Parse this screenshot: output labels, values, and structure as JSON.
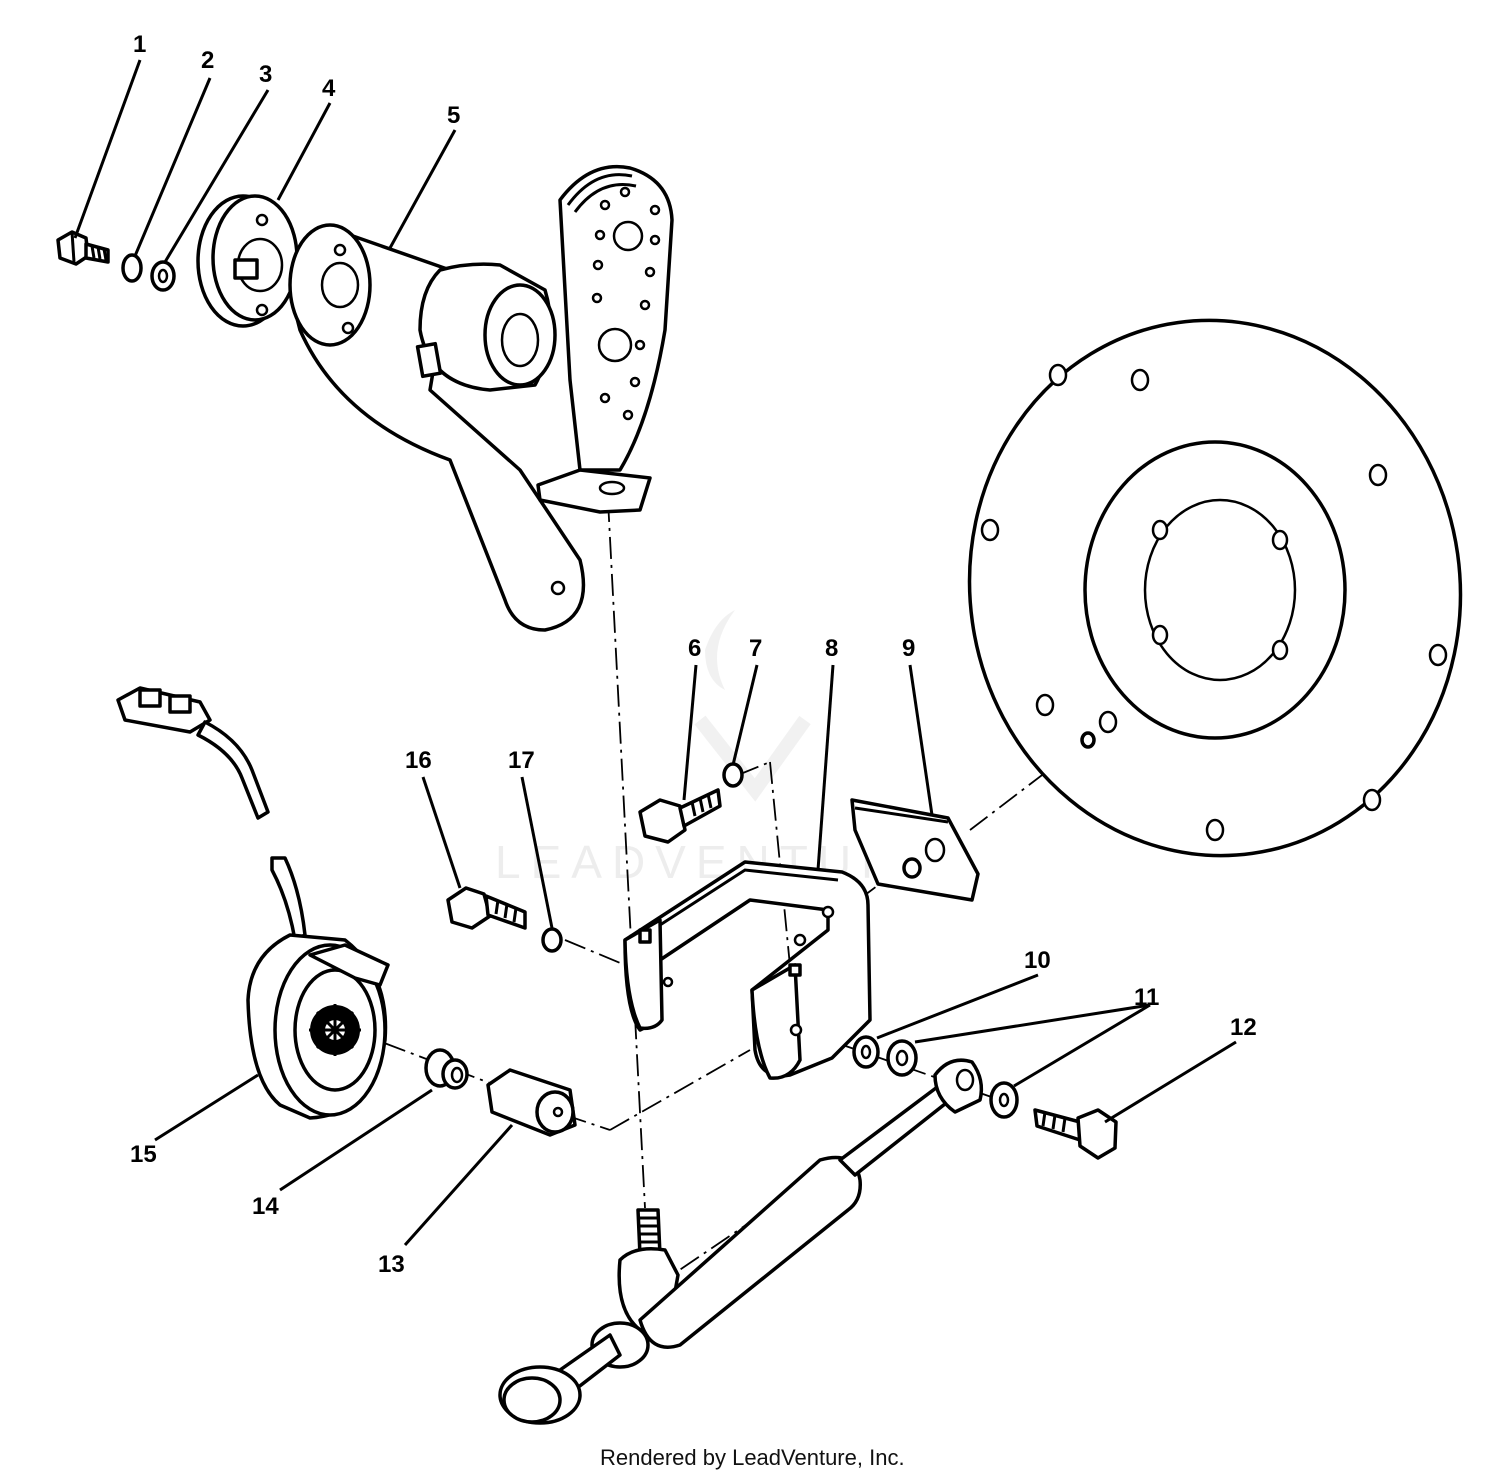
{
  "callouts": [
    {
      "id": "1",
      "label": "1"
    },
    {
      "id": "2",
      "label": "2"
    },
    {
      "id": "3",
      "label": "3"
    },
    {
      "id": "4",
      "label": "4"
    },
    {
      "id": "5",
      "label": "5"
    },
    {
      "id": "6",
      "label": "6"
    },
    {
      "id": "7",
      "label": "7"
    },
    {
      "id": "8",
      "label": "8"
    },
    {
      "id": "9",
      "label": "9"
    },
    {
      "id": "10",
      "label": "10"
    },
    {
      "id": "11",
      "label": "11"
    },
    {
      "id": "12",
      "label": "12"
    },
    {
      "id": "13",
      "label": "13"
    },
    {
      "id": "14",
      "label": "14"
    },
    {
      "id": "15",
      "label": "15"
    },
    {
      "id": "16",
      "label": "16"
    },
    {
      "id": "17",
      "label": "17"
    }
  ],
  "watermark": "LEADVENTURE",
  "footer": "Rendered by LeadVenture, Inc.",
  "colors": {
    "line": "#000000",
    "background": "#ffffff",
    "watermark": "#cccccc"
  }
}
